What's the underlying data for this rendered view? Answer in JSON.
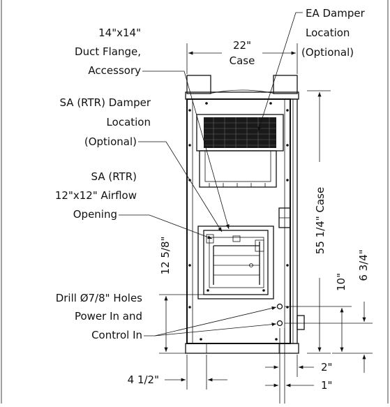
{
  "callouts": {
    "ea_damper": [
      "EA Damper",
      "Location",
      "(Optional)"
    ],
    "duct_flange": [
      "14\"x14\"",
      "Duct Flange,",
      "Accessory"
    ],
    "sa_damper": [
      "SA (RTR) Damper",
      "Location",
      "(Optional)"
    ],
    "sa_opening": [
      "SA (RTR)",
      "12\"x12\" Airflow",
      "Opening"
    ],
    "drill": [
      "Drill Ø7/8\" Holes",
      "Power In and",
      "Control In"
    ]
  },
  "dimensions": {
    "case_width": [
      "22\"",
      "Case"
    ],
    "case_height": "55 1/4\" Case",
    "opening_height": "12 5/8\"",
    "hole_upper": "10\"",
    "hole_lower": "6 3/4\"",
    "left_offset": "4 1/2\"",
    "right_offset_top": "2\"",
    "right_offset_bottom": "1\""
  }
}
